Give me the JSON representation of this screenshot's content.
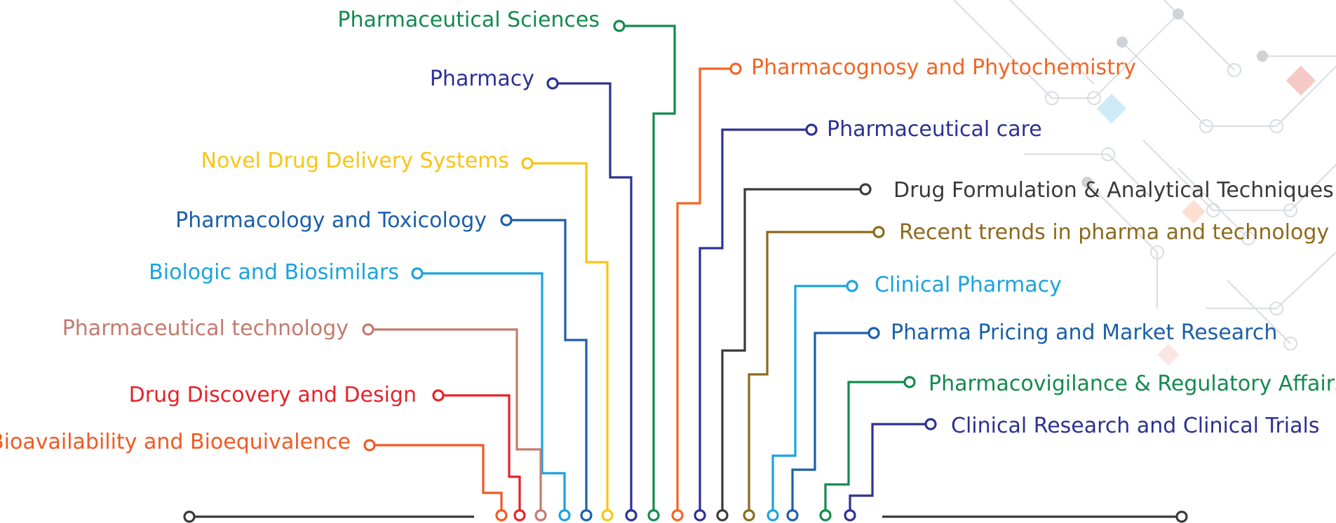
{
  "topics_left": [
    {
      "label": "Pharmaceutical Sciences",
      "color": "#138a4f"
    },
    {
      "label": "Pharmacy",
      "color": "#2e3192"
    },
    {
      "label": "Novel Drug Delivery Systems",
      "color": "#f7c516"
    },
    {
      "label": "Pharmacology and Toxicology",
      "color": "#1c5fa8"
    },
    {
      "label": "Biologic and Biosimilars",
      "color": "#1aa3de"
    },
    {
      "label": "Pharmaceutical technology",
      "color": "#c47b70"
    },
    {
      "label": "Drug Discovery and Design",
      "color": "#e4232a"
    },
    {
      "label": "Bioavailability and Bioequivalence",
      "color": "#f05a22"
    }
  ],
  "topics_right": [
    {
      "label": "Pharmacognosy and Phytochemistry",
      "color": "#f26522"
    },
    {
      "label": "Pharmaceutical care",
      "color": "#2e3192"
    },
    {
      "label": "Drug Formulation & Analytical Techniques",
      "color": "#3a3a3a"
    },
    {
      "label": "Recent trends in pharma and technology",
      "color": "#8c6a1c"
    },
    {
      "label": "Clinical Pharmacy",
      "color": "#1aa3de"
    },
    {
      "label": "Pharma Pricing and Market Research",
      "color": "#1c5fa8"
    },
    {
      "label": "Pharmacovigilance & Regulatory Affairs",
      "color": "#138a4f"
    },
    {
      "label": "Clinical Research and Clinical Trials",
      "color": "#2e3192"
    }
  ],
  "baseline_color": "#3a3a3a"
}
